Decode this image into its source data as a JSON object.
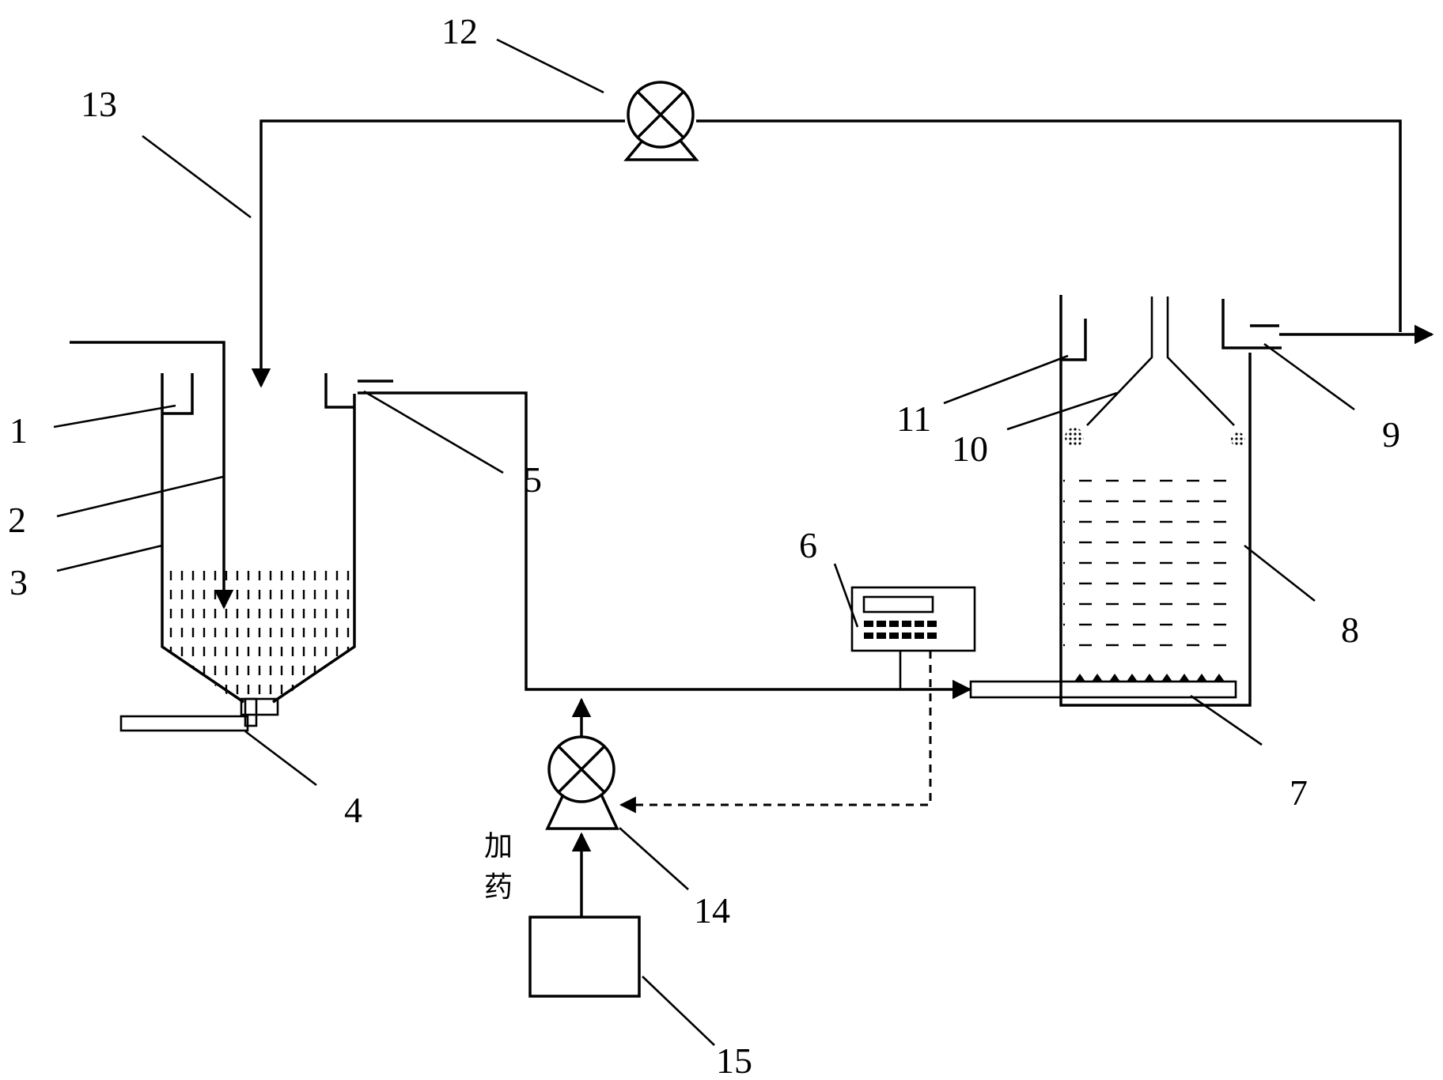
{
  "labels": {
    "l1": "1",
    "l2": "2",
    "l3": "3",
    "l4": "4",
    "l5": "5",
    "l6": "6",
    "l7": "7",
    "l8": "8",
    "l9": "9",
    "l10": "10",
    "l11": "11",
    "l12": "12",
    "l13": "13",
    "l14": "14",
    "l15": "15"
  },
  "dosing": {
    "char1": "加",
    "char2": "药"
  }
}
